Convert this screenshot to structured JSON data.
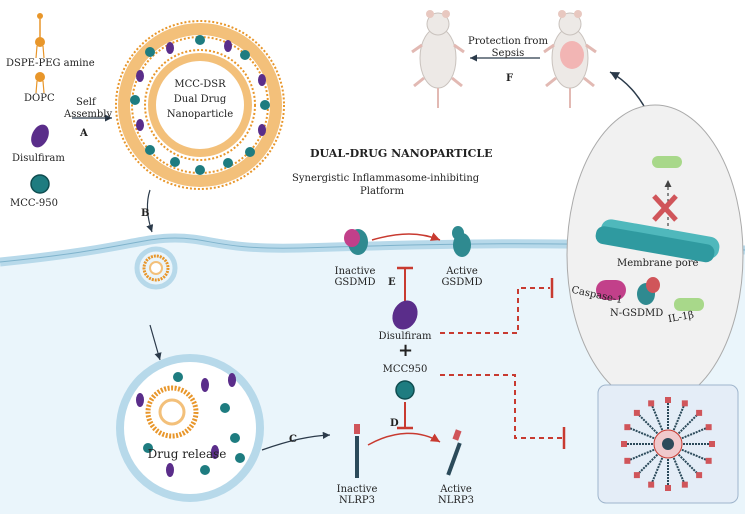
{
  "legend": {
    "dspe": "DSPE-PEG amine",
    "dopc": "DOPC",
    "disulfiram": "Disulfiram",
    "mcc": "MCC-950"
  },
  "self_assembly": {
    "line1": "Self",
    "line2": "Assembly"
  },
  "steps": {
    "a": "A",
    "b": "B",
    "c": "C",
    "d": "D",
    "e": "E",
    "f": "F"
  },
  "nanoparticle": {
    "line1": "MCC-DSR",
    "line2": "Dual Drug",
    "line3": "Nanoparticle"
  },
  "protection": {
    "line1": "Protection from",
    "line2": "Sepsis"
  },
  "heading": {
    "title": "DUAL-DRUG NANOPARTICLE",
    "sub1": "Synergistic Inflammasome-inhibiting",
    "sub2": "Platform"
  },
  "gsdmd": {
    "inactive1": "Inactive",
    "inactive2": "GSDMD",
    "active1": "Active",
    "active2": "GSDMD"
  },
  "center": {
    "disulfiram": "Disulfiram",
    "plus": "+",
    "mcc": "MCC950"
  },
  "nlrp3": {
    "inactive1": "Inactive",
    "inactive2": "NLRP3",
    "active1": "Active",
    "active2": "NLRP3"
  },
  "drug_release": "Drug release",
  "pore_panel": {
    "membrane_pore": "Membrane pore",
    "caspase": "Caspase-1",
    "ngsdmd": "N-GSDMD",
    "il1b": "IL-1β"
  },
  "colors": {
    "teal": "#1e7c80",
    "purple": "#5a2d8a",
    "orange": "#e8962a",
    "red": "#c83a30",
    "membrane": "#b7d9ea"
  }
}
